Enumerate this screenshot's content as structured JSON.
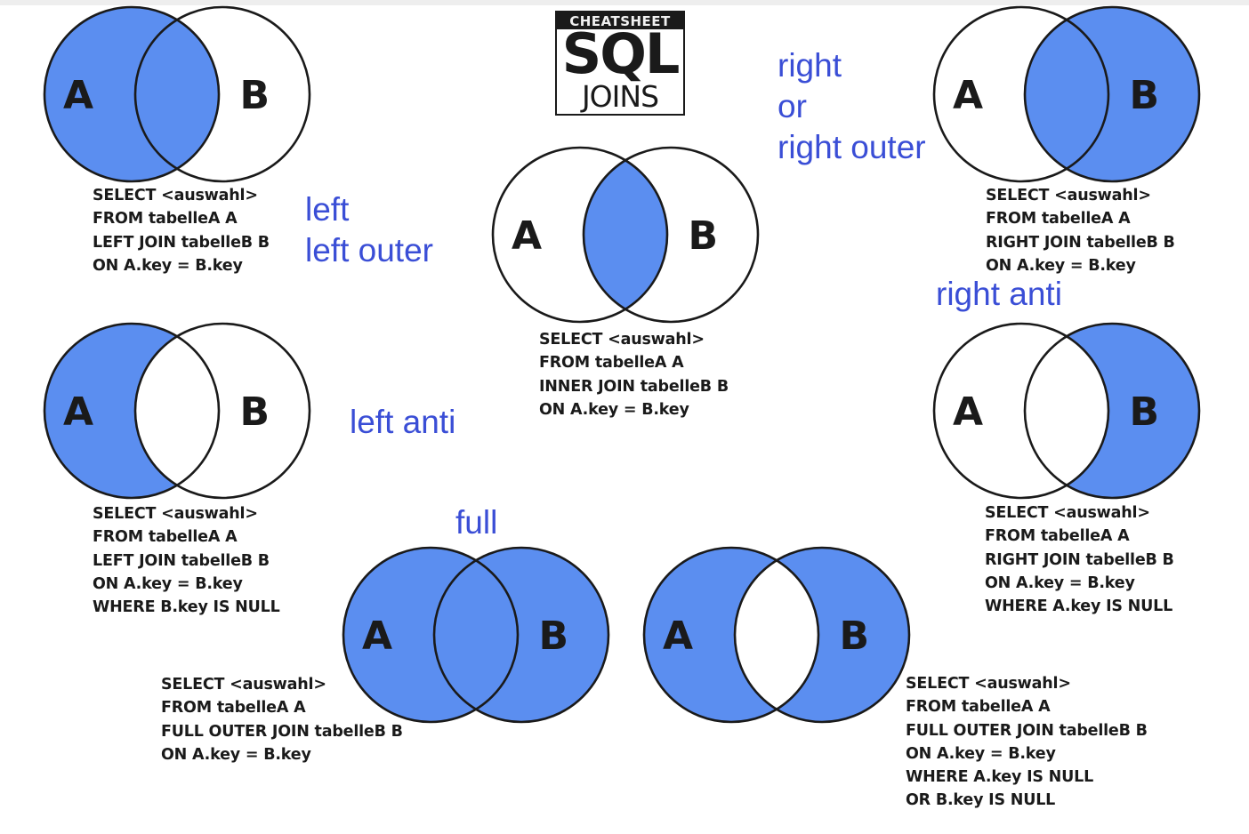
{
  "logo": {
    "top": "CHEATSHEET",
    "main": "SQL",
    "sub": "JOINS"
  },
  "colors": {
    "fill": "#5b8ef0",
    "stroke": "#1a1a1a",
    "label": "#3a4ed6"
  },
  "diagrams": [
    {
      "id": "left-join",
      "fill": "left",
      "set_a": "A",
      "set_b": "B",
      "label": [
        "left",
        "left outer"
      ],
      "sql": [
        "SELECT <auswahl>",
        "FROM tabelleA A",
        "LEFT JOIN tabelleB B",
        "ON A.key = B.key"
      ]
    },
    {
      "id": "inner-join",
      "fill": "inner",
      "set_a": "A",
      "set_b": "B",
      "label": [],
      "sql": [
        "SELECT <auswahl>",
        "FROM tabelleA A",
        "INNER JOIN tabelleB B",
        "ON A.key = B.key"
      ]
    },
    {
      "id": "right-join",
      "fill": "right",
      "set_a": "A",
      "set_b": "B",
      "label": [
        "right",
        "or",
        "right outer"
      ],
      "sql": [
        "SELECT <auswahl>",
        "FROM tabelleA A",
        "RIGHT JOIN tabelleB B",
        "ON A.key = B.key"
      ]
    },
    {
      "id": "left-anti-join",
      "fill": "left-only",
      "set_a": "A",
      "set_b": "B",
      "label": [
        "left anti"
      ],
      "sql": [
        "SELECT <auswahl>",
        "FROM tabelleA A",
        "LEFT JOIN tabelleB B",
        "ON A.key = B.key",
        "WHERE B.key IS NULL"
      ]
    },
    {
      "id": "right-anti-join",
      "fill": "right-only",
      "set_a": "A",
      "set_b": "B",
      "label": [
        "right anti"
      ],
      "sql": [
        "SELECT <auswahl>",
        "FROM tabelleA A",
        "RIGHT JOIN tabelleB B",
        "ON A.key = B.key",
        "WHERE A.key IS NULL"
      ]
    },
    {
      "id": "full-join",
      "fill": "full",
      "set_a": "A",
      "set_b": "B",
      "label": [
        "full"
      ],
      "sql": [
        "SELECT <auswahl>",
        "FROM tabelleA A",
        "FULL OUTER JOIN tabelleB B",
        "ON A.key = B.key"
      ]
    },
    {
      "id": "full-anti-join",
      "fill": "full-anti",
      "set_a": "A",
      "set_b": "B",
      "label": [],
      "sql": [
        "SELECT <auswahl>",
        "FROM tabelleA A",
        "FULL OUTER JOIN tabelleB B",
        "ON A.key = B.key",
        "WHERE A.key IS NULL",
        "OR B.key IS NULL"
      ]
    }
  ]
}
